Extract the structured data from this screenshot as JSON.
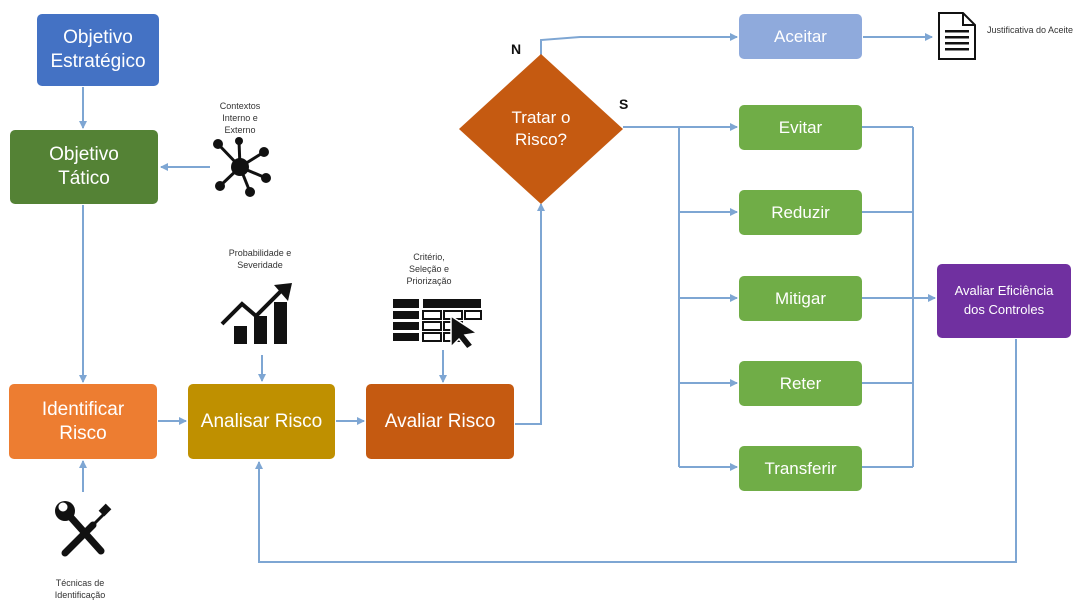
{
  "colors": {
    "blue": "#4472c4",
    "dark_green": "#548235",
    "light_green": "#70ad47",
    "orange": "#ed7d31",
    "gold": "#bf9000",
    "rust": "#c55a11",
    "light_blue": "#8faadc",
    "purple": "#7030a0",
    "arrow": "#7ea6d3"
  },
  "nodes": {
    "objetivo_estrategico": "Objetivo Estratégico",
    "objetivo_tatico": "Objetivo Tático",
    "identificar_risco": "Identificar Risco",
    "analisar_risco": "Analisar Risco",
    "avaliar_risco": "Avaliar Risco",
    "tratar_risco": "Tratar o Risco?",
    "aceitar": "Aceitar",
    "evitar": "Evitar",
    "reduzir": "Reduzir",
    "mitigar": "Mitigar",
    "reter": "Reter",
    "transferir": "Transferir",
    "avaliar_eficiencia": "Avaliar Eficiência dos Controles"
  },
  "captions": {
    "contextos": "Contextos Interno e Externo",
    "probabilidade": "Probabilidade e Severidade",
    "criterio": "Critério, Seleção e Priorização",
    "justificativa": "Justificativa do Aceite",
    "tecnicas": "Técnicas de Identificação"
  },
  "branch_labels": {
    "no": "N",
    "yes": "S"
  },
  "icons": {
    "contextos": "network-hub-icon",
    "probabilidade": "rising-bar-chart-icon",
    "criterio": "table-with-cursor-icon",
    "justificativa": "document-icon",
    "tecnicas": "wrench-and-screwdriver-icon"
  }
}
